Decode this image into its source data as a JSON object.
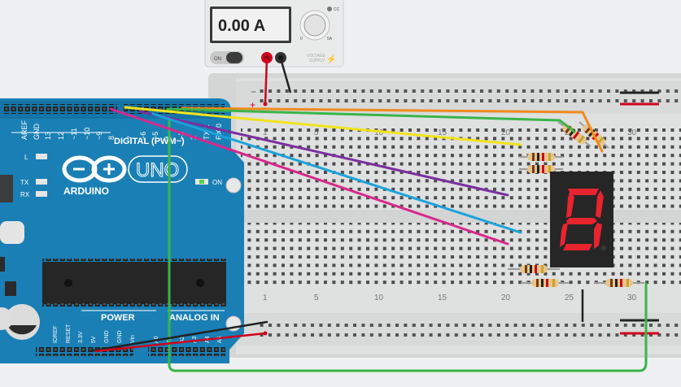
{
  "power_supply": {
    "display_value": "0.00 A",
    "on_label": "ON",
    "voltage_label_line1": "VOLTAGE",
    "voltage_label_line2": "SUPPLY",
    "knob_cc": "CC",
    "knob_min": "0",
    "knob_max": "5A",
    "colors": {
      "positive": "#d0021b",
      "negative": "#222222"
    }
  },
  "breadboard": {
    "column_numbers": [
      "1",
      "5",
      "10",
      "15",
      "20",
      "25",
      "30"
    ],
    "rail_plus": "+",
    "rail_minus": "−"
  },
  "arduino": {
    "brand": "ARDUINO",
    "model": "UNO",
    "on_label": "ON",
    "digital_label": "DIGITAL (PWM~)",
    "power_label": "POWER",
    "analog_label": "ANALOG IN",
    "led_labels": [
      "L",
      "TX",
      "RX"
    ],
    "top_pins": [
      "AREF",
      "GND",
      "13",
      "12",
      "~11",
      "~10",
      "~9",
      "8",
      "7",
      "~6",
      "~5",
      "4",
      "~3",
      "2",
      "TX 1",
      "RX 0"
    ],
    "power_pins": [
      "IOREF",
      "RESET",
      "3.3V",
      "5V",
      "GND",
      "GND",
      "Vin"
    ],
    "analog_pins": [
      "A0",
      "A1",
      "A2",
      "A3",
      "A4",
      "A5"
    ],
    "board_color": "#1a7fb5"
  },
  "seven_segment": {
    "digit": "8",
    "segment_color": "#e8242e",
    "off_color": "#3a3a3a"
  },
  "wires": [
    {
      "name": "orange",
      "color": "#f08a1c"
    },
    {
      "name": "green",
      "color": "#39b54a"
    },
    {
      "name": "yellow",
      "color": "#f1e31c"
    },
    {
      "name": "purple",
      "color": "#7b2fa0"
    },
    {
      "name": "blue",
      "color": "#1ba3dc"
    },
    {
      "name": "magenta",
      "color": "#d8288c"
    },
    {
      "name": "red",
      "color": "#d0021b"
    },
    {
      "name": "black",
      "color": "#222222"
    }
  ]
}
